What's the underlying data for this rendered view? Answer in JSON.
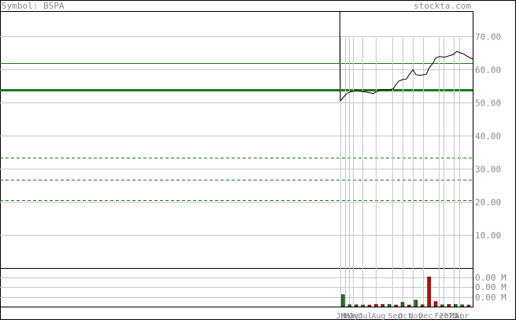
{
  "header": {
    "symbol_label": "Symbol: BSPA",
    "site": "stockta.com"
  },
  "colors": {
    "frame": "#000000",
    "grid": "#c8c8c8",
    "support": "#1a7a1a",
    "price": "#000000",
    "vol_up": "#1a7a1a",
    "vol_down": "#cc0000",
    "text": "#8a8a8a"
  },
  "chart_data": {
    "type": "line",
    "price_axis": {
      "range": [
        0,
        77.5
      ],
      "ticks": [
        10,
        20,
        30,
        40,
        50,
        60,
        70
      ],
      "tick_labels": [
        "10.00",
        "20.00",
        "30.00",
        "40.00",
        "50.00",
        "60.00",
        "70.00"
      ],
      "grid": true,
      "side": "right"
    },
    "horizontal_levels": [
      {
        "value": 62.0,
        "style": "solid-thin"
      },
      {
        "value": 54.0,
        "style": "solid-thick"
      },
      {
        "value": 33.5,
        "style": "dashed"
      },
      {
        "value": 26.8,
        "style": "dashed"
      },
      {
        "value": 20.5,
        "style": "dashed"
      }
    ],
    "months": [
      "Jan",
      "Mar",
      "May",
      "Jun",
      "Jul",
      "Aug",
      "Sep",
      "Oct",
      "Nov",
      "Dec",
      "Feb",
      "2025",
      "Mar",
      "Apr"
    ],
    "month_positions": [
      0.0,
      0.035,
      0.065,
      0.095,
      0.165,
      0.265,
      0.39,
      0.47,
      0.545,
      0.625,
      0.745,
      0.78,
      0.855,
      0.9
    ],
    "price_series": {
      "t": [
        0.0,
        0.01,
        0.02,
        0.035,
        0.05,
        0.07,
        0.1,
        0.13,
        0.16,
        0.2,
        0.22,
        0.25,
        0.28,
        0.3,
        0.32,
        0.35,
        0.38,
        0.4,
        0.42,
        0.44,
        0.47,
        0.5,
        0.52,
        0.55,
        0.57,
        0.6,
        0.62,
        0.65,
        0.67,
        0.7,
        0.72,
        0.75,
        0.78,
        0.8,
        0.82,
        0.85,
        0.88,
        0.9,
        0.93,
        0.96,
        1.0
      ],
      "close": [
        50.5,
        51.0,
        51.5,
        52.2,
        52.8,
        53.2,
        53.5,
        53.6,
        53.4,
        53.2,
        53.0,
        52.8,
        53.5,
        53.8,
        54.0,
        53.9,
        54.0,
        54.2,
        55.5,
        56.5,
        57.0,
        57.2,
        58.5,
        60.0,
        58.5,
        58.3,
        58.4,
        58.6,
        60.5,
        62.0,
        63.5,
        64.0,
        63.8,
        63.9,
        64.2,
        64.5,
        65.5,
        65.2,
        64.8,
        64.0,
        63.2
      ]
    },
    "volume_axis": {
      "tick_labels": [
        "0.00 M",
        "0.00 M",
        "0.00 M"
      ]
    },
    "volume_series": {
      "t": [
        0.02,
        0.07,
        0.12,
        0.17,
        0.22,
        0.27,
        0.32,
        0.37,
        0.42,
        0.47,
        0.52,
        0.57,
        0.62,
        0.67,
        0.72,
        0.77,
        0.82,
        0.87,
        0.92,
        0.97
      ],
      "values": [
        0.33,
        0.05,
        0.05,
        0.03,
        0.02,
        0.06,
        0.06,
        0.06,
        0.03,
        0.12,
        0.04,
        0.18,
        0.05,
        0.82,
        0.14,
        0.05,
        0.06,
        0.06,
        0.05,
        0.04
      ],
      "direction": [
        "up",
        "up",
        "down",
        "up",
        "down",
        "down",
        "down",
        "up",
        "down",
        "up",
        "down",
        "up",
        "down",
        "down",
        "down",
        "up",
        "down",
        "up",
        "up",
        "down"
      ]
    }
  }
}
